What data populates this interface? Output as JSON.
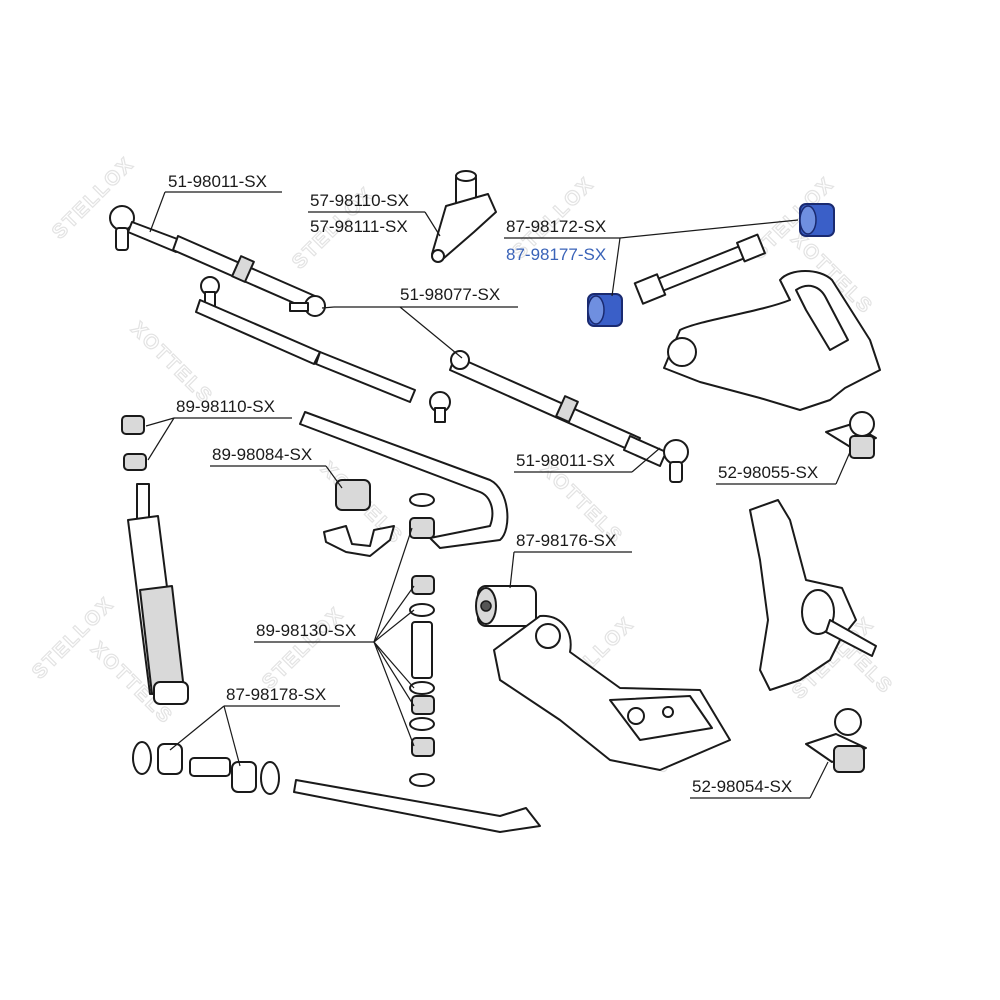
{
  "watermark": {
    "brand": "STELLOX",
    "brand_mirrored": "XOTTELS"
  },
  "labels": {
    "tie_rod_end_top": "51-98011-SX",
    "pitman_arm_1": "57-98110-SX",
    "pitman_arm_2": "57-98111-SX",
    "upper_arm_bushing": "87-98172-SX",
    "upper_arm_bushing_highlight": "87-98177-SX",
    "center_link": "51-98077-SX",
    "shock_bushing": "89-98110-SX",
    "stabilizer_bushing": "89-98084-SX",
    "tie_rod_end_bottom": "51-98011-SX",
    "upper_ball_joint": "52-98055-SX",
    "lower_arm_bushing": "87-98176-SX",
    "stabilizer_link_kit": "89-98130-SX",
    "strut_bar_bushing": "87-98178-SX",
    "lower_ball_joint": "52-98054-SX"
  },
  "colors": {
    "highlight": "#3a5fc8",
    "highlight_label": "#3a63b8",
    "line": "#1a1a1a",
    "watermark": "#e3e3e3"
  }
}
